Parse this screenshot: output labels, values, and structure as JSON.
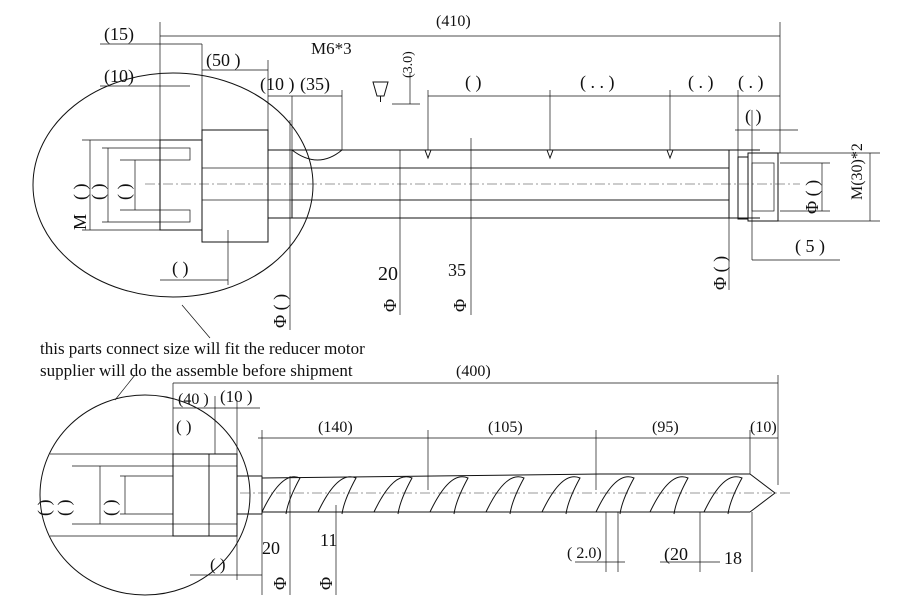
{
  "top": {
    "dim_total": "(410)",
    "dim_15": "(15)",
    "dim_50": "(50 )",
    "dim_10": "(10)",
    "dim_10b": "(10 )",
    "dim_35": "(35)",
    "thread_hole": "M6*3",
    "dim_3": "(3.0)",
    "dim_gap1": "(  )",
    "dim_gap2": "(  . .  )",
    "dim_gap3": "(  . )",
    "dim_gap4": "(  . )",
    "dim_gap5": "(  )",
    "dim_5": "( 5 )",
    "m_thread_end": "M(30)*2",
    "phi_end": "Φ (  )",
    "phi_20": "20",
    "phi_35": "35",
    "phi_sym": "Φ",
    "phi_left_top": "Φ (  )",
    "phi_right_bottom": "Φ (  )",
    "left_bottom_dim": "(   )",
    "m_left": "M",
    "paren_a": "(  )",
    "paren_b": "(  )",
    "paren_c": "(  )"
  },
  "notes": {
    "line1": "this parts connect size will fit the reducer motor",
    "line2": "supplier will do the assemble before shipment"
  },
  "bottom": {
    "dim_total": "(400)",
    "dim_40": "(40 )",
    "dim_10": "(10 )",
    "dim_paren": "(   )",
    "dim_140": "(140)",
    "dim_105": "(105)",
    "dim_95": "(95)",
    "dim_10_end": "(10)",
    "phi_20": "20",
    "phi_11": "11",
    "dim_2": "( 2.0)",
    "phi_20b": "(20",
    "phi_18": "18",
    "phi_sym": "Φ",
    "paren_left": "(  )",
    "bottom_paren": "(  )"
  }
}
